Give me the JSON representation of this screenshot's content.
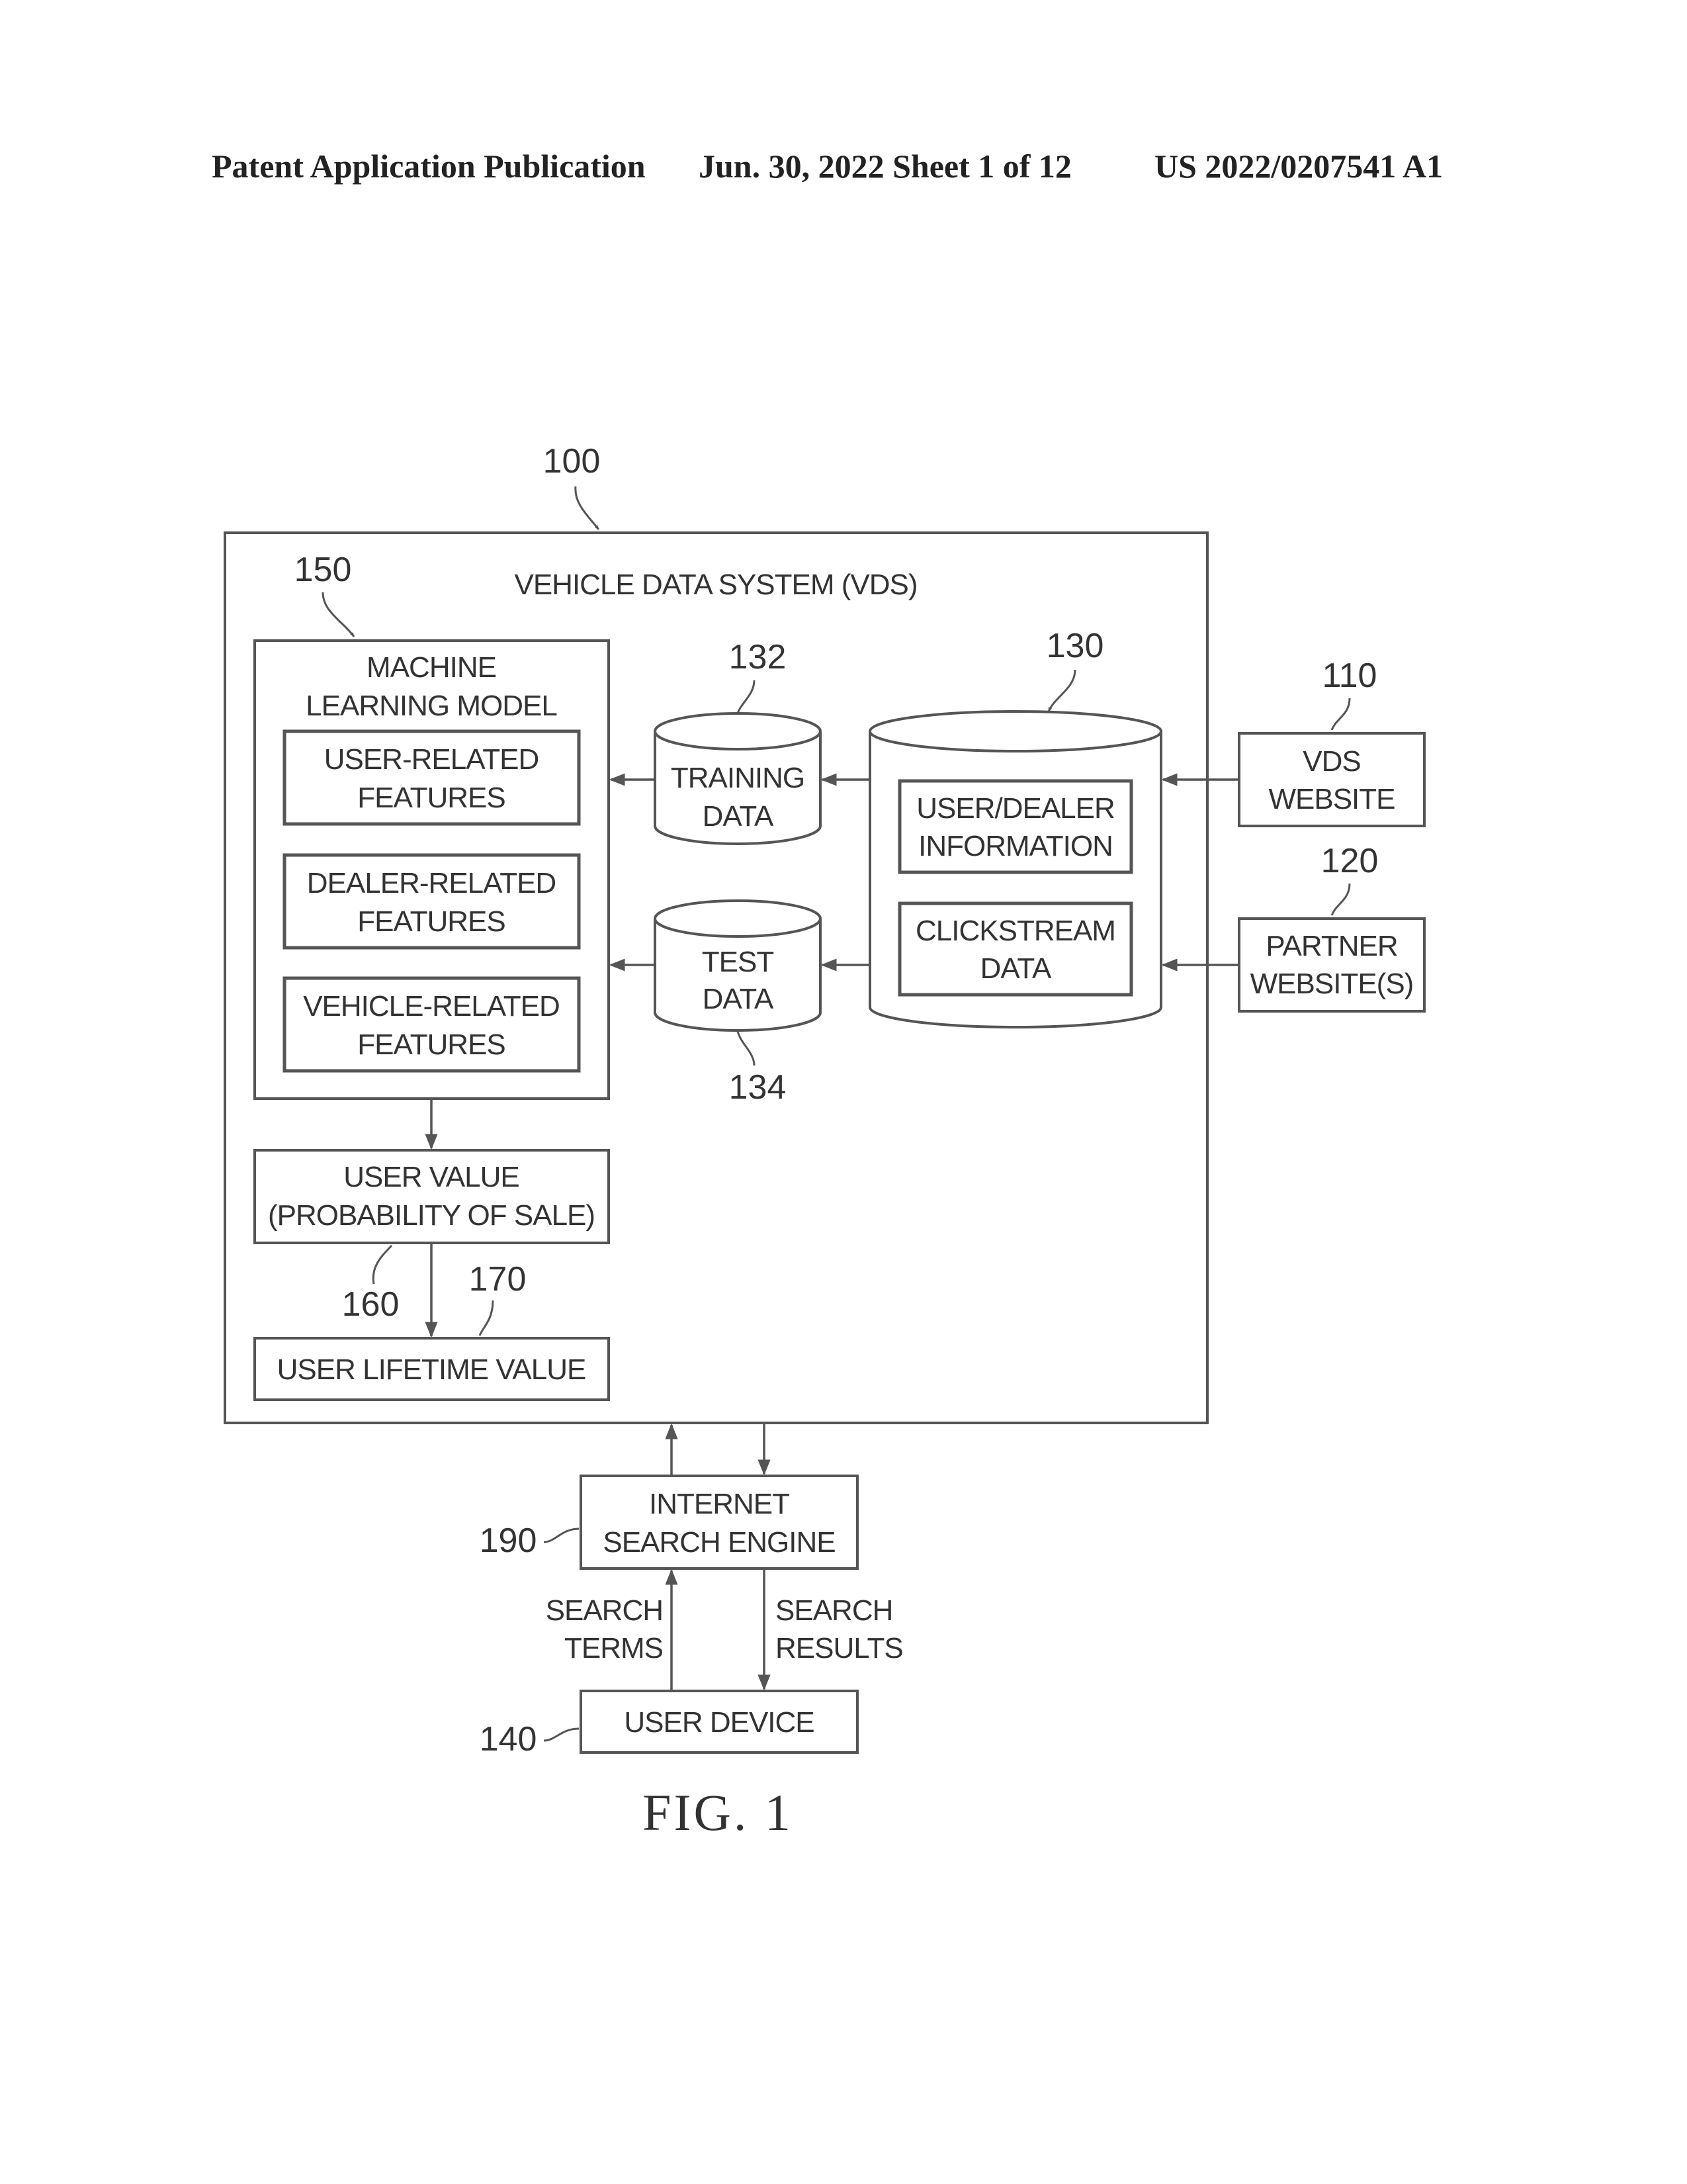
{
  "header": {
    "publication": "Patent Application Publication",
    "date_sheet": "Jun. 30, 2022  Sheet 1 of 12",
    "number": "US 2022/0207541 A1"
  },
  "refs": {
    "r100": "100",
    "r150": "150",
    "r132": "132",
    "r130": "130",
    "r110": "110",
    "r120": "120",
    "r134": "134",
    "r160": "160",
    "r170": "170",
    "r190": "190",
    "r140": "140"
  },
  "diagram": {
    "vds_title": "VEHICLE DATA SYSTEM (VDS)",
    "ml_model": [
      "MACHINE",
      "LEARNING MODEL"
    ],
    "user_features": [
      "USER-RELATED",
      "FEATURES"
    ],
    "dealer_features": [
      "DEALER-RELATED",
      "FEATURES"
    ],
    "vehicle_features": [
      "VEHICLE-RELATED",
      "FEATURES"
    ],
    "training_data": [
      "TRAINING",
      "DATA"
    ],
    "test_data": [
      "TEST",
      "DATA"
    ],
    "user_dealer_info": [
      "USER/DEALER",
      "INFORMATION"
    ],
    "clickstream": [
      "CLICKSTREAM",
      "DATA"
    ],
    "vds_website": [
      "VDS",
      "WEBSITE"
    ],
    "partner_websites": [
      "PARTNER",
      "WEBSITE(S)"
    ],
    "user_value": [
      "USER VALUE",
      "(PROBABILITY OF SALE)"
    ],
    "user_lifetime_value": "USER LIFETIME VALUE",
    "search_engine": [
      "INTERNET",
      "SEARCH ENGINE"
    ],
    "search_terms": [
      "SEARCH",
      "TERMS"
    ],
    "search_results": [
      "SEARCH",
      "RESULTS"
    ],
    "user_device": "USER DEVICE"
  },
  "caption": "FIG. 1"
}
